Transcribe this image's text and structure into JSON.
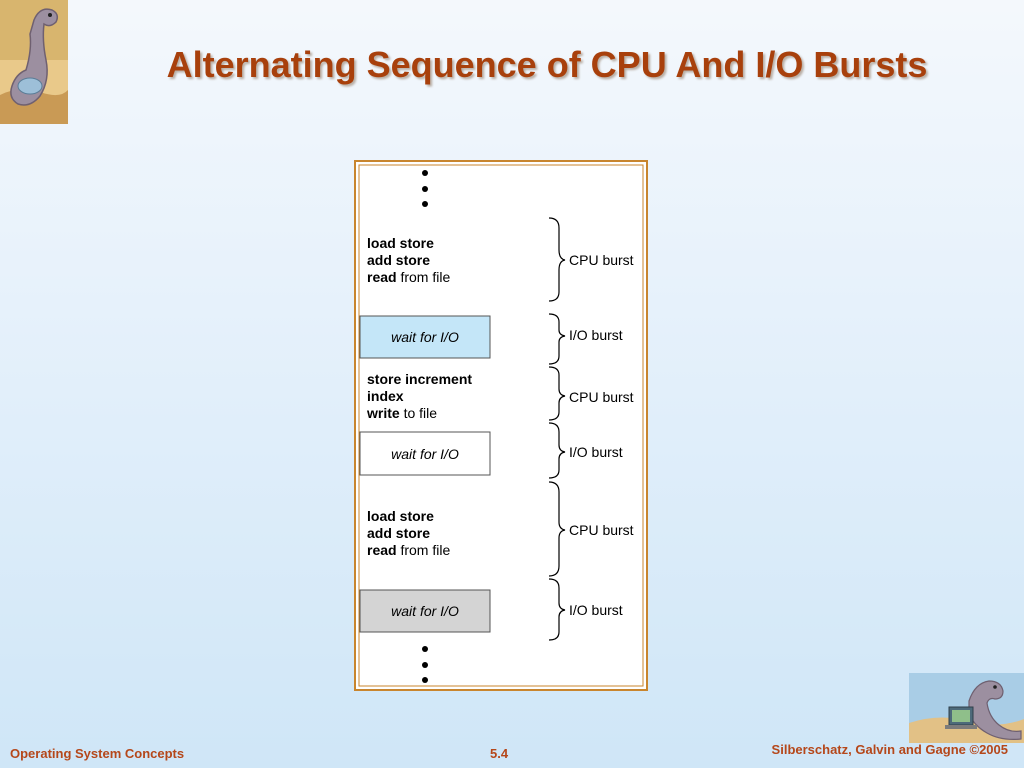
{
  "slide": {
    "title": "Alternating Sequence of CPU And I/O Bursts"
  },
  "diagram": {
    "blocks": [
      {
        "type": "code",
        "lines": [
          {
            "bold": "load store",
            "rest": ""
          },
          {
            "bold": "add store",
            "rest": ""
          },
          {
            "bold": "read",
            "rest": " from file"
          }
        ],
        "burst": "CPU burst"
      },
      {
        "type": "wait",
        "label": "wait for I/O",
        "fill": "#c4e6f8",
        "burst": "I/O burst"
      },
      {
        "type": "code",
        "lines": [
          {
            "bold": "store increment",
            "rest": ""
          },
          {
            "bold": "index",
            "rest": ""
          },
          {
            "bold": "write",
            "rest": " to file"
          }
        ],
        "burst": "CPU burst"
      },
      {
        "type": "wait",
        "label": "wait for I/O",
        "fill": "#ffffff",
        "burst": "I/O burst"
      },
      {
        "type": "code",
        "lines": [
          {
            "bold": "load store",
            "rest": ""
          },
          {
            "bold": "add store",
            "rest": ""
          },
          {
            "bold": "read",
            "rest": " from file"
          }
        ],
        "burst": "CPU burst"
      },
      {
        "type": "wait",
        "label": "wait for I/O",
        "fill": "#d4d4d4",
        "burst": "I/O burst"
      }
    ]
  },
  "footer": {
    "left": "Operating System Concepts",
    "page": "5.4",
    "right": "Silberschatz, Galvin and Gagne ©2005"
  },
  "colors": {
    "title": "#a8400c",
    "footer": "#b5471a",
    "frame": "#c8852e"
  }
}
